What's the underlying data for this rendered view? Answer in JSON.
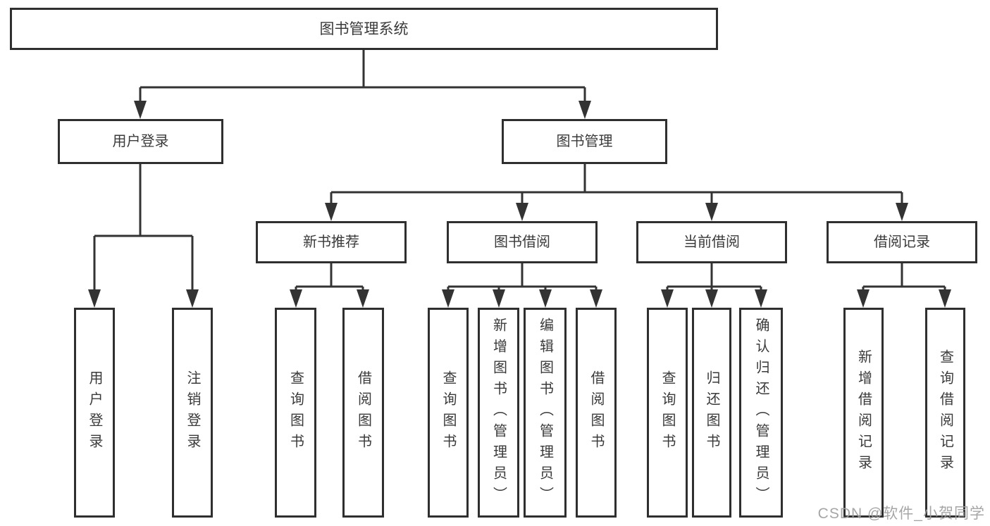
{
  "diagram": {
    "title": "图书管理系统",
    "nodes": {
      "root": {
        "label": "图书管理系统"
      },
      "user_login": {
        "label": "用户登录"
      },
      "book_mgmt": {
        "label": "图书管理"
      },
      "new_book_rec": {
        "label": "新书推荐"
      },
      "book_borrow": {
        "label": "图书借阅"
      },
      "current_borrow": {
        "label": "当前借阅"
      },
      "borrow_records": {
        "label": "借阅记录"
      },
      "ul_login": {
        "label": "用户登录"
      },
      "ul_logout": {
        "label": "注销登录"
      },
      "nb_query_book": {
        "label": "查询图书"
      },
      "nb_borrow_book": {
        "label": "借阅图书"
      },
      "bb_query_book": {
        "label": "查询图书"
      },
      "bb_add_book_admin": {
        "label": "新增图书（管理员）"
      },
      "bb_edit_book_admin": {
        "label": "编辑图书（管理员）"
      },
      "bb_borrow_book": {
        "label": "借阅图书"
      },
      "cb_query_book": {
        "label": "查询图书"
      },
      "cb_return_book": {
        "label": "归还图书"
      },
      "cb_confirm_return_admin": {
        "label": "确认归还（管理员）"
      },
      "br_add_record": {
        "label": "新增借阅记录"
      },
      "br_query_record": {
        "label": "查询借阅记录"
      }
    },
    "hierarchy": {
      "root": [
        "user_login",
        "book_mgmt"
      ],
      "user_login": [
        "ul_login",
        "ul_logout"
      ],
      "book_mgmt": [
        "new_book_rec",
        "book_borrow",
        "current_borrow",
        "borrow_records"
      ],
      "new_book_rec": [
        "nb_query_book",
        "nb_borrow_book"
      ],
      "book_borrow": [
        "bb_query_book",
        "bb_add_book_admin",
        "bb_edit_book_admin",
        "bb_borrow_book"
      ],
      "current_borrow": [
        "cb_query_book",
        "cb_return_book",
        "cb_confirm_return_admin"
      ],
      "borrow_records": [
        "br_add_record",
        "br_query_record"
      ]
    },
    "colors": {
      "line": "#333333",
      "box_border": "#2f2f2f",
      "text": "#3a3a3a",
      "background": "#ffffff",
      "watermark_text": "#9f9f9f"
    }
  },
  "watermark": {
    "text": "CSDN @软件_小贺同学"
  }
}
